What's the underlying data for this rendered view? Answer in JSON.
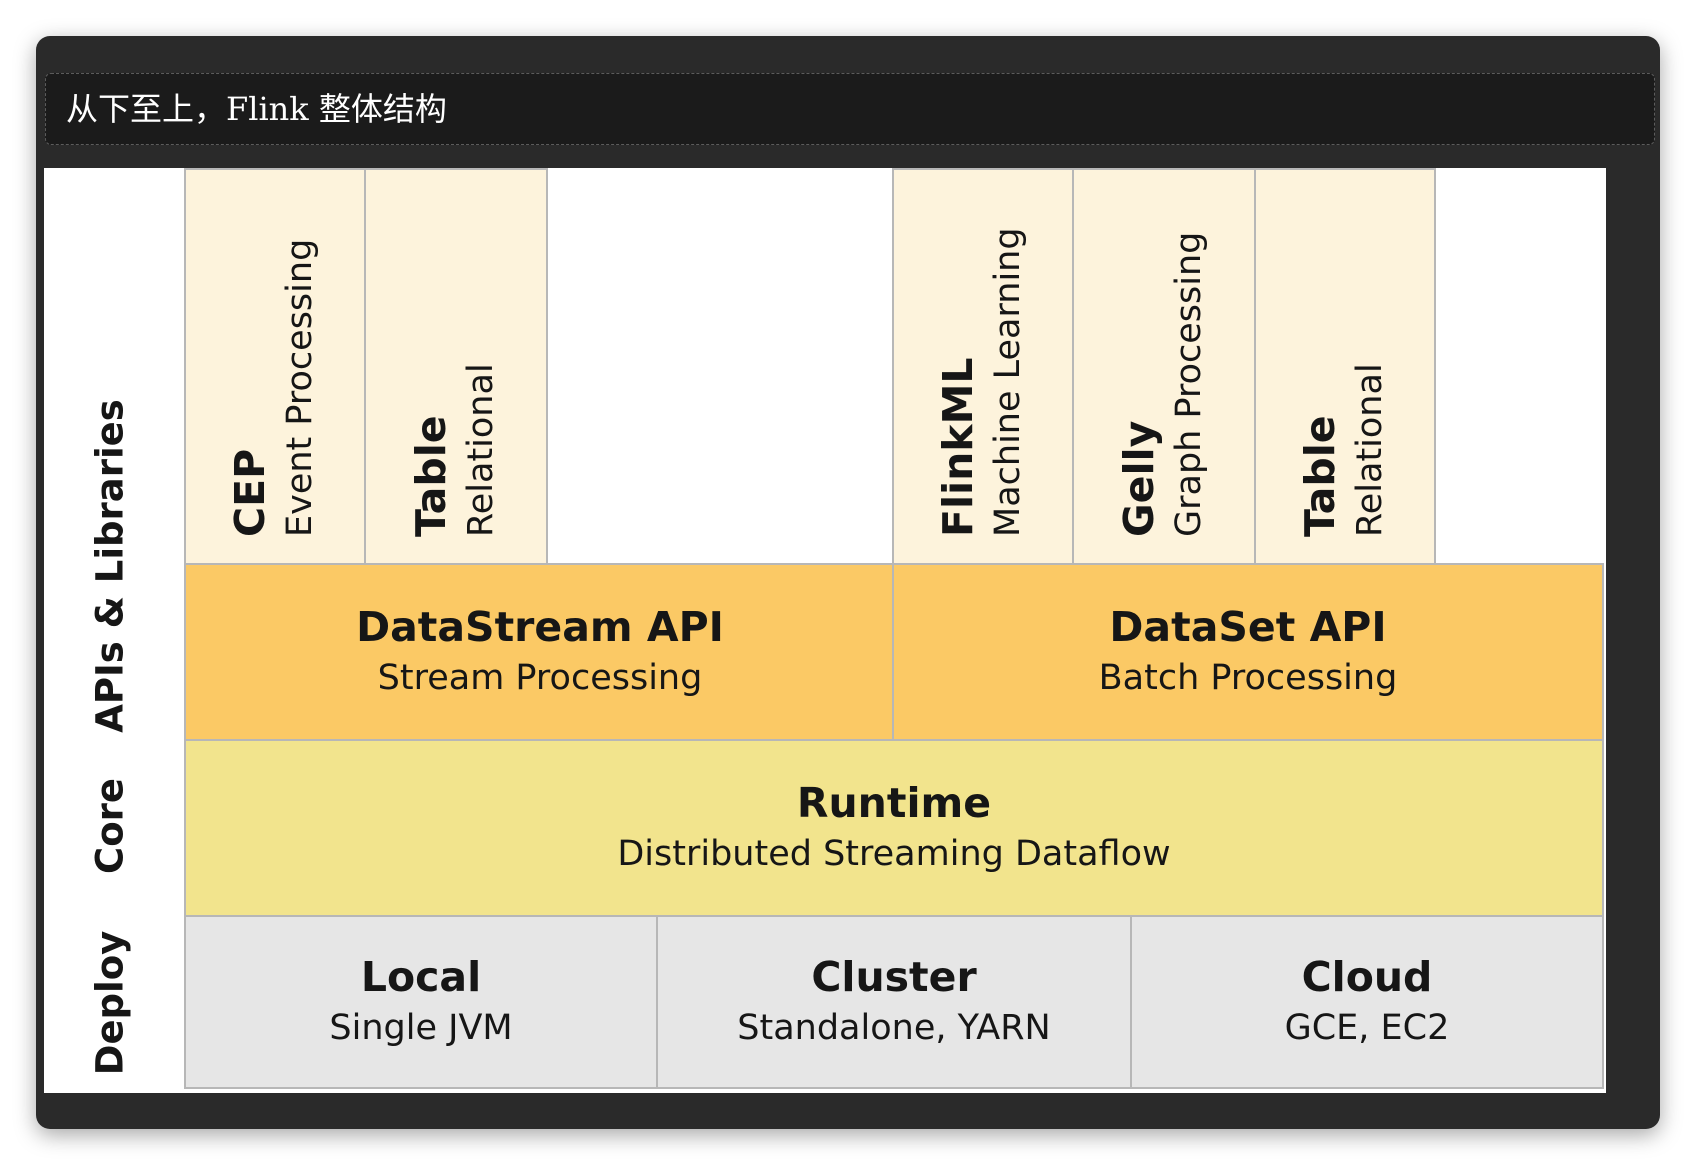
{
  "caption": "从下至上，Flink 整体结构",
  "layers": {
    "apis": "APIs & Libraries",
    "core": "Core",
    "deploy": "Deploy"
  },
  "libraries": [
    {
      "title": "CEP",
      "subtitle": "Event Processing"
    },
    {
      "title": "Table",
      "subtitle": "Relational"
    },
    {
      "title": "FlinkML",
      "subtitle": "Machine Learning"
    },
    {
      "title": "Gelly",
      "subtitle": "Graph Processing"
    },
    {
      "title": "Table",
      "subtitle": "Relational"
    }
  ],
  "apis": [
    {
      "title": "DataStream API",
      "subtitle": "Stream Processing"
    },
    {
      "title": "DataSet API",
      "subtitle": "Batch Processing"
    }
  ],
  "runtime": {
    "title": "Runtime",
    "subtitle": "Distributed Streaming Dataflow"
  },
  "deploy": [
    {
      "title": "Local",
      "subtitle": "Single JVM"
    },
    {
      "title": "Cluster",
      "subtitle": "Standalone, YARN"
    },
    {
      "title": "Cloud",
      "subtitle": "GCE, EC2"
    }
  ],
  "colors": {
    "libraries": "#fdf3dc",
    "apis": "#fbc965",
    "core": "#f2e48d",
    "deploy": "#e6e6e6",
    "window": "#2a2a2a"
  }
}
